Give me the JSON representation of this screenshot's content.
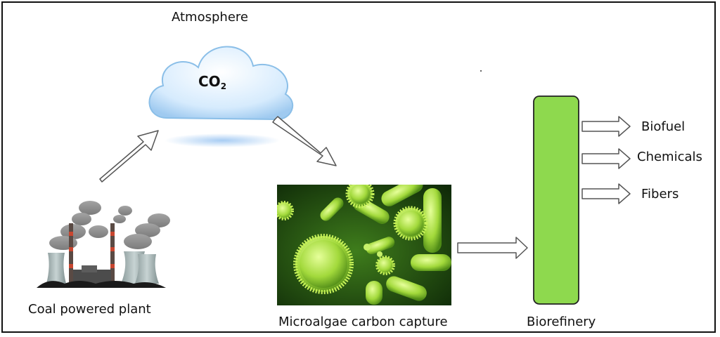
{
  "labels": {
    "atmosphere": "Atmosphere",
    "co2_main": "CO",
    "co2_sub": "2",
    "coal_plant": "Coal powered plant",
    "microalgae": "Microalgae carbon capture",
    "biorefinery": "Biorefinery",
    "biofuel": "Biofuel",
    "chemicals": "Chemicals",
    "fibers": "Fibers"
  },
  "colors": {
    "biorefinery_fill": "#8ed94e",
    "cloud_fill": "#dcefff",
    "cloud_edge": "#7fb6e6",
    "algae_bg": "#1d4a12",
    "algae_cell": "#a9df3c",
    "arrow_stroke": "#555555"
  }
}
